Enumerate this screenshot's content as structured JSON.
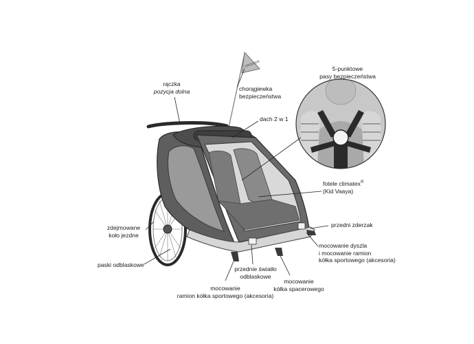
{
  "labels": {
    "handle": {
      "line1": "rączka",
      "line2": "pozycja dolna"
    },
    "flag": {
      "line1": "chorągiewka",
      "line2": "bezpieczeństwa"
    },
    "flag_text": "CROOZER",
    "belts": {
      "line1": "5-punktowe",
      "line2": "pasy bezpieczeństwa"
    },
    "roof": "dach 2 w 1",
    "seats": {
      "line1_main": "fotele climatex",
      "line1_sup": "®",
      "line2": "(Kid Vaaya)"
    },
    "bumper": "przedni zderzak",
    "drawbar": {
      "line1": "mocowanie dyszla",
      "line2": "i mocowanie ramion",
      "line3": "kółka sportowego (akcesoria)"
    },
    "wheel": {
      "line1": "zdejmowane",
      "line2": "koło jezdne"
    },
    "reflect_strips": "paski odblaskowe",
    "front_reflector": {
      "line1": "przednie światło",
      "line2": "odblaskowe"
    },
    "stroller_mount": {
      "line1": "mocowanie",
      "line2": "kółka spacerowego"
    },
    "jogger_mount": {
      "line1": "mocowanie",
      "line2": "ramion kółka sportowego (akcesoria)"
    }
  },
  "colors": {
    "body": "#5e5e5e",
    "body_dark": "#3f3f3f",
    "mesh": "#9a9a9a",
    "frame": "#d6d6d6",
    "line": "#222222"
  }
}
